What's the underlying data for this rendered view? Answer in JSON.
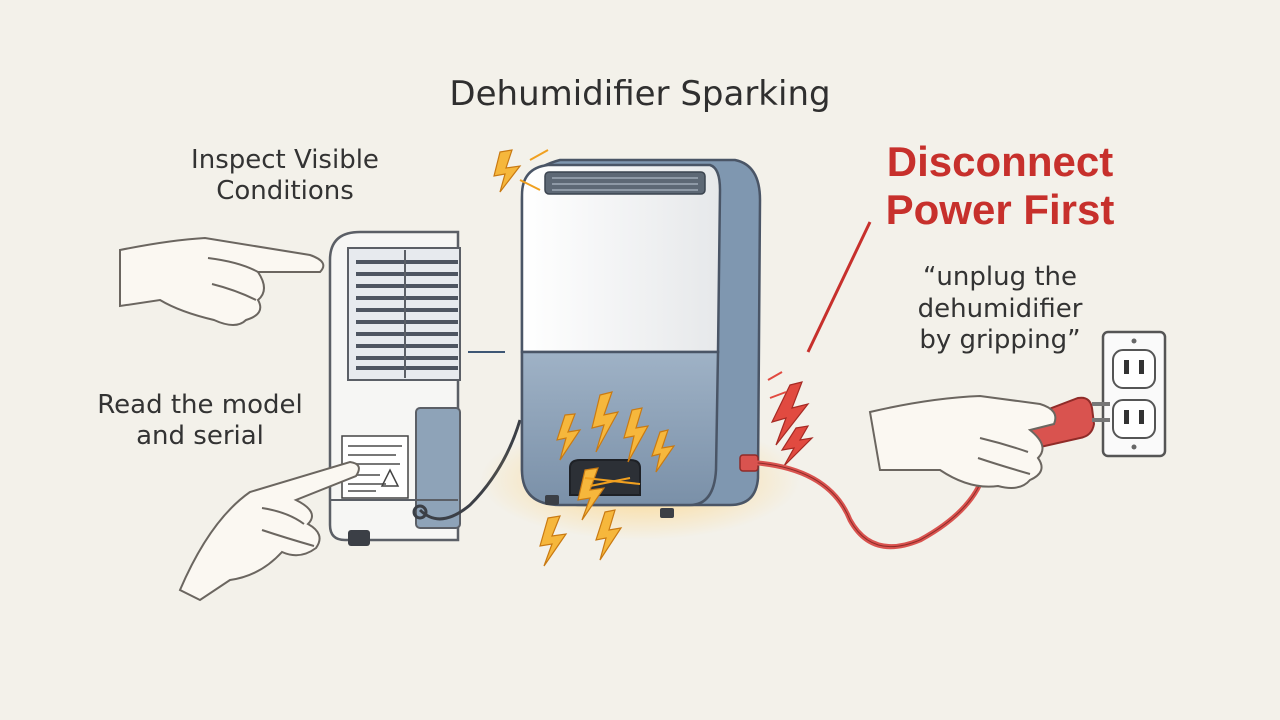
{
  "title": "Dehumidifier Sparking",
  "labels": {
    "inspect": "Inspect Visible\nConditions",
    "read_model": "Read the model\nand serial",
    "warning": "Disconnect\nPower First",
    "quote": "“unplug the\ndehumidifier\nby gripping”"
  },
  "colors": {
    "background": "#f3f1ea",
    "warning_red": "#c7302c",
    "unit_blue": "#8ea3b8",
    "spark_orange": "#f0a020",
    "cord_red": "#d9534f"
  },
  "icons": [
    "pointing-hand-icon",
    "dehumidifier-rear-icon",
    "model-label-sticker-icon",
    "dehumidifier-front-icon",
    "spark-icon",
    "power-cord-icon",
    "wall-outlet-icon",
    "plug-hand-icon"
  ]
}
